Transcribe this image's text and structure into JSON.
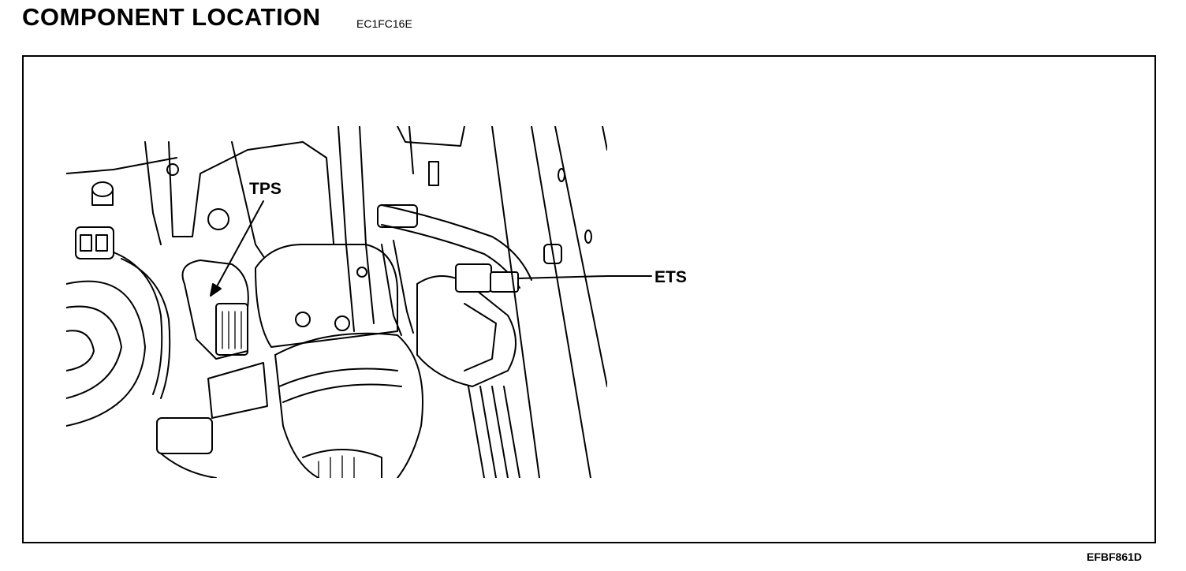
{
  "header": {
    "title": "COMPONENT LOCATION",
    "code": "EC1FC16E"
  },
  "figure": {
    "labels": {
      "tps": "TPS",
      "ets": "ETS"
    },
    "id": "EFBF861D"
  }
}
